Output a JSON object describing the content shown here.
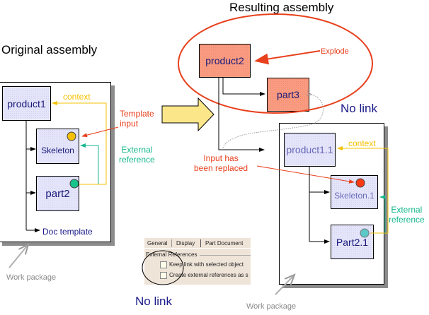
{
  "titles": {
    "original": "Original assembly",
    "resulting": "Resulting assembly"
  },
  "original_assembly": {
    "nodes": {
      "product": "product1",
      "skeleton": "Skeleton",
      "part": "part2",
      "doc_template": "Doc template"
    },
    "labels": {
      "context": "context",
      "template_input_line1": "Template",
      "template_input_line2": "input",
      "external_ref_line1": "External",
      "external_ref_line2": "reference",
      "work_package": "Work package"
    }
  },
  "resulting_assembly": {
    "exploded_nodes": {
      "product": "product2",
      "part": "part3"
    },
    "explode_label": "Explode",
    "no_link_top": "No link",
    "input_replaced_line1": "Input has",
    "input_replaced_line2": "been replaced",
    "nodes": {
      "product": "product1.1",
      "skeleton": "Skeleton.1",
      "part": "Part2.1"
    },
    "labels": {
      "context": "context",
      "external_ref_line1": "External",
      "external_ref_line2": "reference",
      "work_package": "Work package"
    }
  },
  "options_dialog": {
    "tabs": [
      "General",
      "Display",
      "Part Document"
    ],
    "group_label": "External References",
    "options": [
      {
        "label": "Keep link with selected object",
        "checked": false
      },
      {
        "label": "Create external references as s",
        "checked": false
      }
    ]
  },
  "no_link_bottom": "No link",
  "colors": {
    "context": "#f5c000",
    "external_reference": "#16b88c",
    "annotation": "#e8401c",
    "exploded_node": "#f99b80",
    "node": "#e4e4fa",
    "big_arrow": "#fbe68a"
  }
}
